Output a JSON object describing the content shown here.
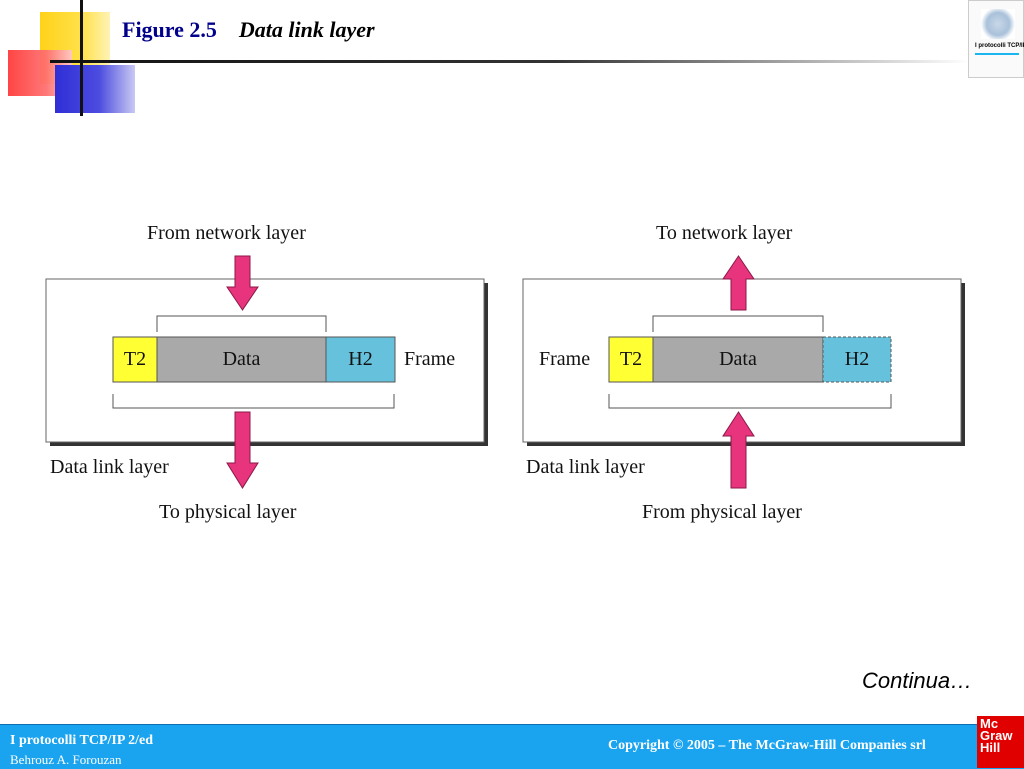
{
  "header": {
    "figure": "Figure 2.5",
    "topic": "Data link layer"
  },
  "book_cover": {
    "title": "I protocolli TCP/IP"
  },
  "sender": {
    "top_label": "From network layer",
    "cells": [
      "T2",
      "Data",
      "H2"
    ],
    "frame_label": "Frame",
    "layer_label": "Data link layer",
    "bottom_label": "To physical layer"
  },
  "receiver": {
    "top_label": "To network layer",
    "cells": [
      "T2",
      "Data",
      "H2"
    ],
    "frame_label": "Frame",
    "layer_label": "Data link layer",
    "bottom_label": "From physical layer"
  },
  "colors": {
    "arrow": "#e8337d",
    "t2": "#ffff33",
    "data": "#a9a9a9",
    "h2": "#66c2dc"
  },
  "continua": "Continua…",
  "footer": {
    "book": "I protocolli TCP/IP 2/ed",
    "author": "Behrouz A. Forouzan",
    "copyright": "Copyright © 2005 – The McGraw-Hill Companies srl"
  },
  "logo": {
    "line1": "Mc",
    "line2": "Graw",
    "line3": "Hill"
  }
}
